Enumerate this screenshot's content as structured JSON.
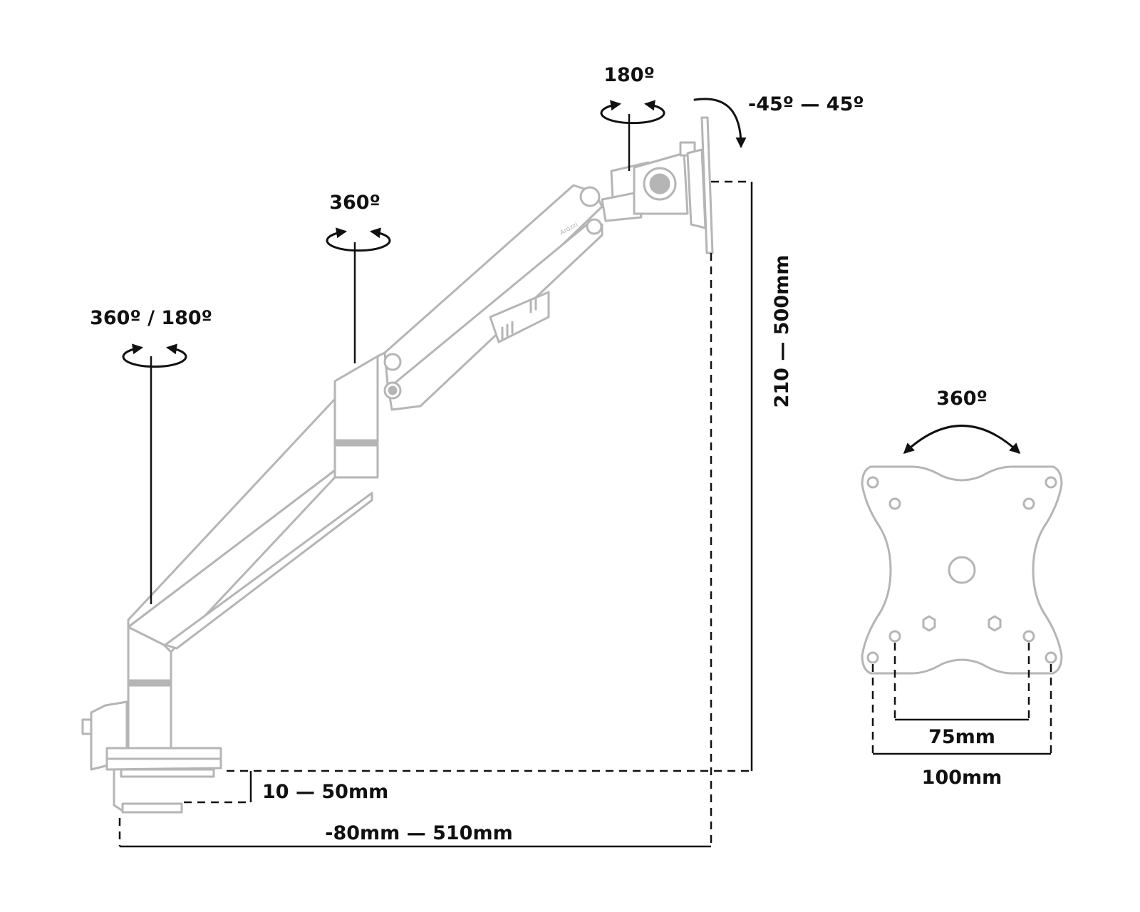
{
  "diagram": {
    "rotation_labels": {
      "base": "360º / 180º",
      "mid_joint": "360º",
      "head_swivel": "180º",
      "tilt": "-45º — 45º",
      "vesa_rotation": "360º"
    },
    "dimensions": {
      "height_range": "210 — 500mm",
      "desk_thickness": "10 — 50mm",
      "reach_range": "-80mm — 510mm",
      "vesa_small": "75mm",
      "vesa_large": "100mm"
    },
    "logo_text": "Arozzi",
    "colors": {
      "outline": "#b5b5b5",
      "ink": "#111111",
      "background": "#ffffff"
    }
  }
}
